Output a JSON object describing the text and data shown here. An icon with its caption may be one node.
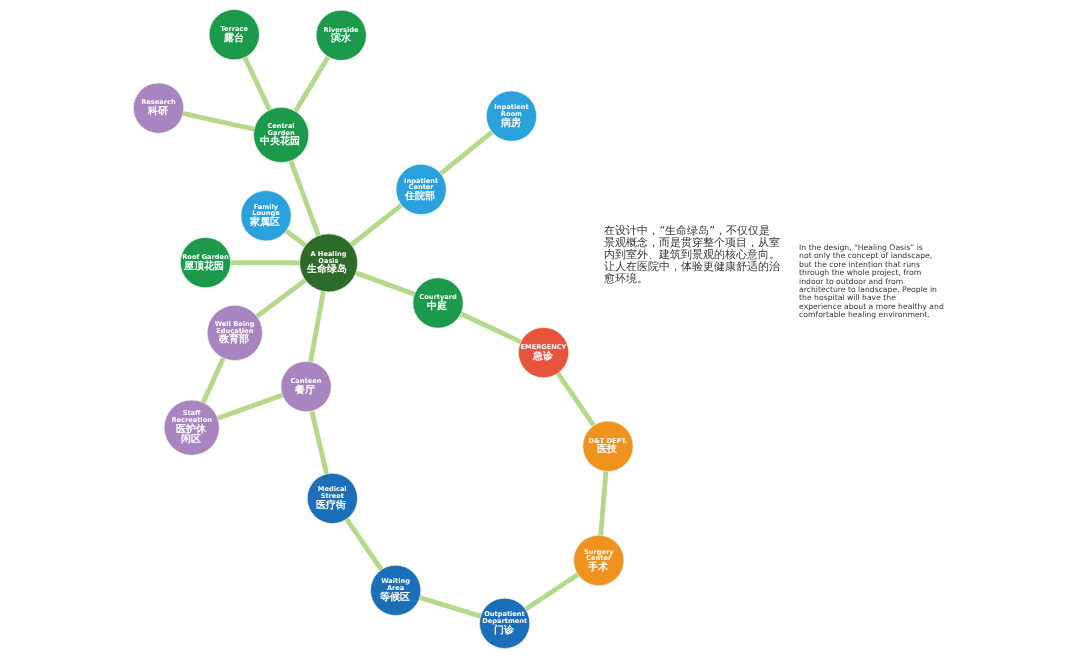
{
  "diagram": {
    "nodes": [
      {
        "text": [
          "Family Lounge",
          "家属区"
        ]
      },
      {
        "text": [
          "Inpatient Room",
          "病房"
        ]
      },
      {
        "text": [
          "Research",
          "科研"
        ]
      },
      {
        "text": [
          "Well Being Education",
          "教育部"
        ]
      },
      {
        "text": [
          "Inpatient Center",
          "住院部"
        ]
      },
      {
        "text": [
          "Staff Recreation",
          "医护休闲区"
        ]
      },
      {
        "text": [
          "Roof Garden",
          "屋顶花园"
        ]
      },
      {
        "text": [
          "A Healing Oasis",
          "生命绿岛"
        ]
      },
      {
        "text": [
          "Canteen",
          "餐厅"
        ]
      },
      {
        "text": [
          "Central Garden",
          "中央花园"
        ]
      },
      {
        "text": [
          "Waiting Area",
          "等候区"
        ]
      },
      {
        "text": [
          "Outpatient Department",
          "门诊"
        ]
      },
      {
        "text": [
          "Medical Street",
          "医疗街"
        ]
      },
      {
        "text": [
          "Courtyard",
          "中庭"
        ]
      },
      {
        "text": [
          "Riverside",
          "滨水"
        ]
      },
      {
        "text": [
          "Surgery Center",
          "手术"
        ]
      },
      {
        "text": [
          "D&T DEPT.",
          "医技"
        ]
      },
      {
        "text": [
          "Terrace",
          "露台"
        ]
      },
      {
        "text": [
          "EMERGENCY",
          "急诊"
        ]
      }
    ],
    "edges": [
      {
        "from": 1,
        "to": 4,
        "arrow": "none"
      },
      {
        "from": 0,
        "to": 7,
        "arrow": "none"
      },
      {
        "from": 4,
        "to": 7,
        "arrow": "none"
      },
      {
        "from": 6,
        "to": 7,
        "arrow": "none"
      },
      {
        "from": 9,
        "to": 14,
        "arrow": "none"
      },
      {
        "from": 9,
        "to": 2,
        "arrow": "none"
      },
      {
        "from": 9,
        "to": 7,
        "arrow": "none"
      },
      {
        "from": 7,
        "to": 3,
        "arrow": "none"
      },
      {
        "from": 7,
        "to": 8,
        "arrow": "none"
      },
      {
        "from": 7,
        "to": 13,
        "arrow": "none"
      },
      {
        "from": 17,
        "to": 9,
        "arrow": "none"
      },
      {
        "from": 13,
        "to": 18,
        "arrow": "none"
      },
      {
        "from": 3,
        "to": 5,
        "arrow": "none"
      },
      {
        "from": 8,
        "to": 5,
        "arrow": "none"
      },
      {
        "from": 8,
        "to": 12,
        "arrow": "none"
      },
      {
        "from": 12,
        "to": 10,
        "arrow": "none"
      },
      {
        "from": 10,
        "to": 11,
        "arrow": "none"
      },
      {
        "from": 11,
        "to": 15,
        "arrow": "none"
      },
      {
        "from": 18,
        "to": 16,
        "arrow": "none"
      },
      {
        "from": 16,
        "to": 15,
        "arrow": "none"
      }
    ],
    "labels": [
      "在设计中，“生命绿岛”，不仅仅是景观概念，而是贯穿整个项目，从室内到室外、建筑到景观的核心意向。让人在医院中，体验更健康舒适的治愈环境。",
      "In the design, “Healing Oasis” is not only the concept of landscape, but the core intention that runs through the whole project, from indoor to outdoor and from architecture to landscape. People in the hospital will have the experience about a more healthy and comfortable healing environment."
    ]
  }
}
